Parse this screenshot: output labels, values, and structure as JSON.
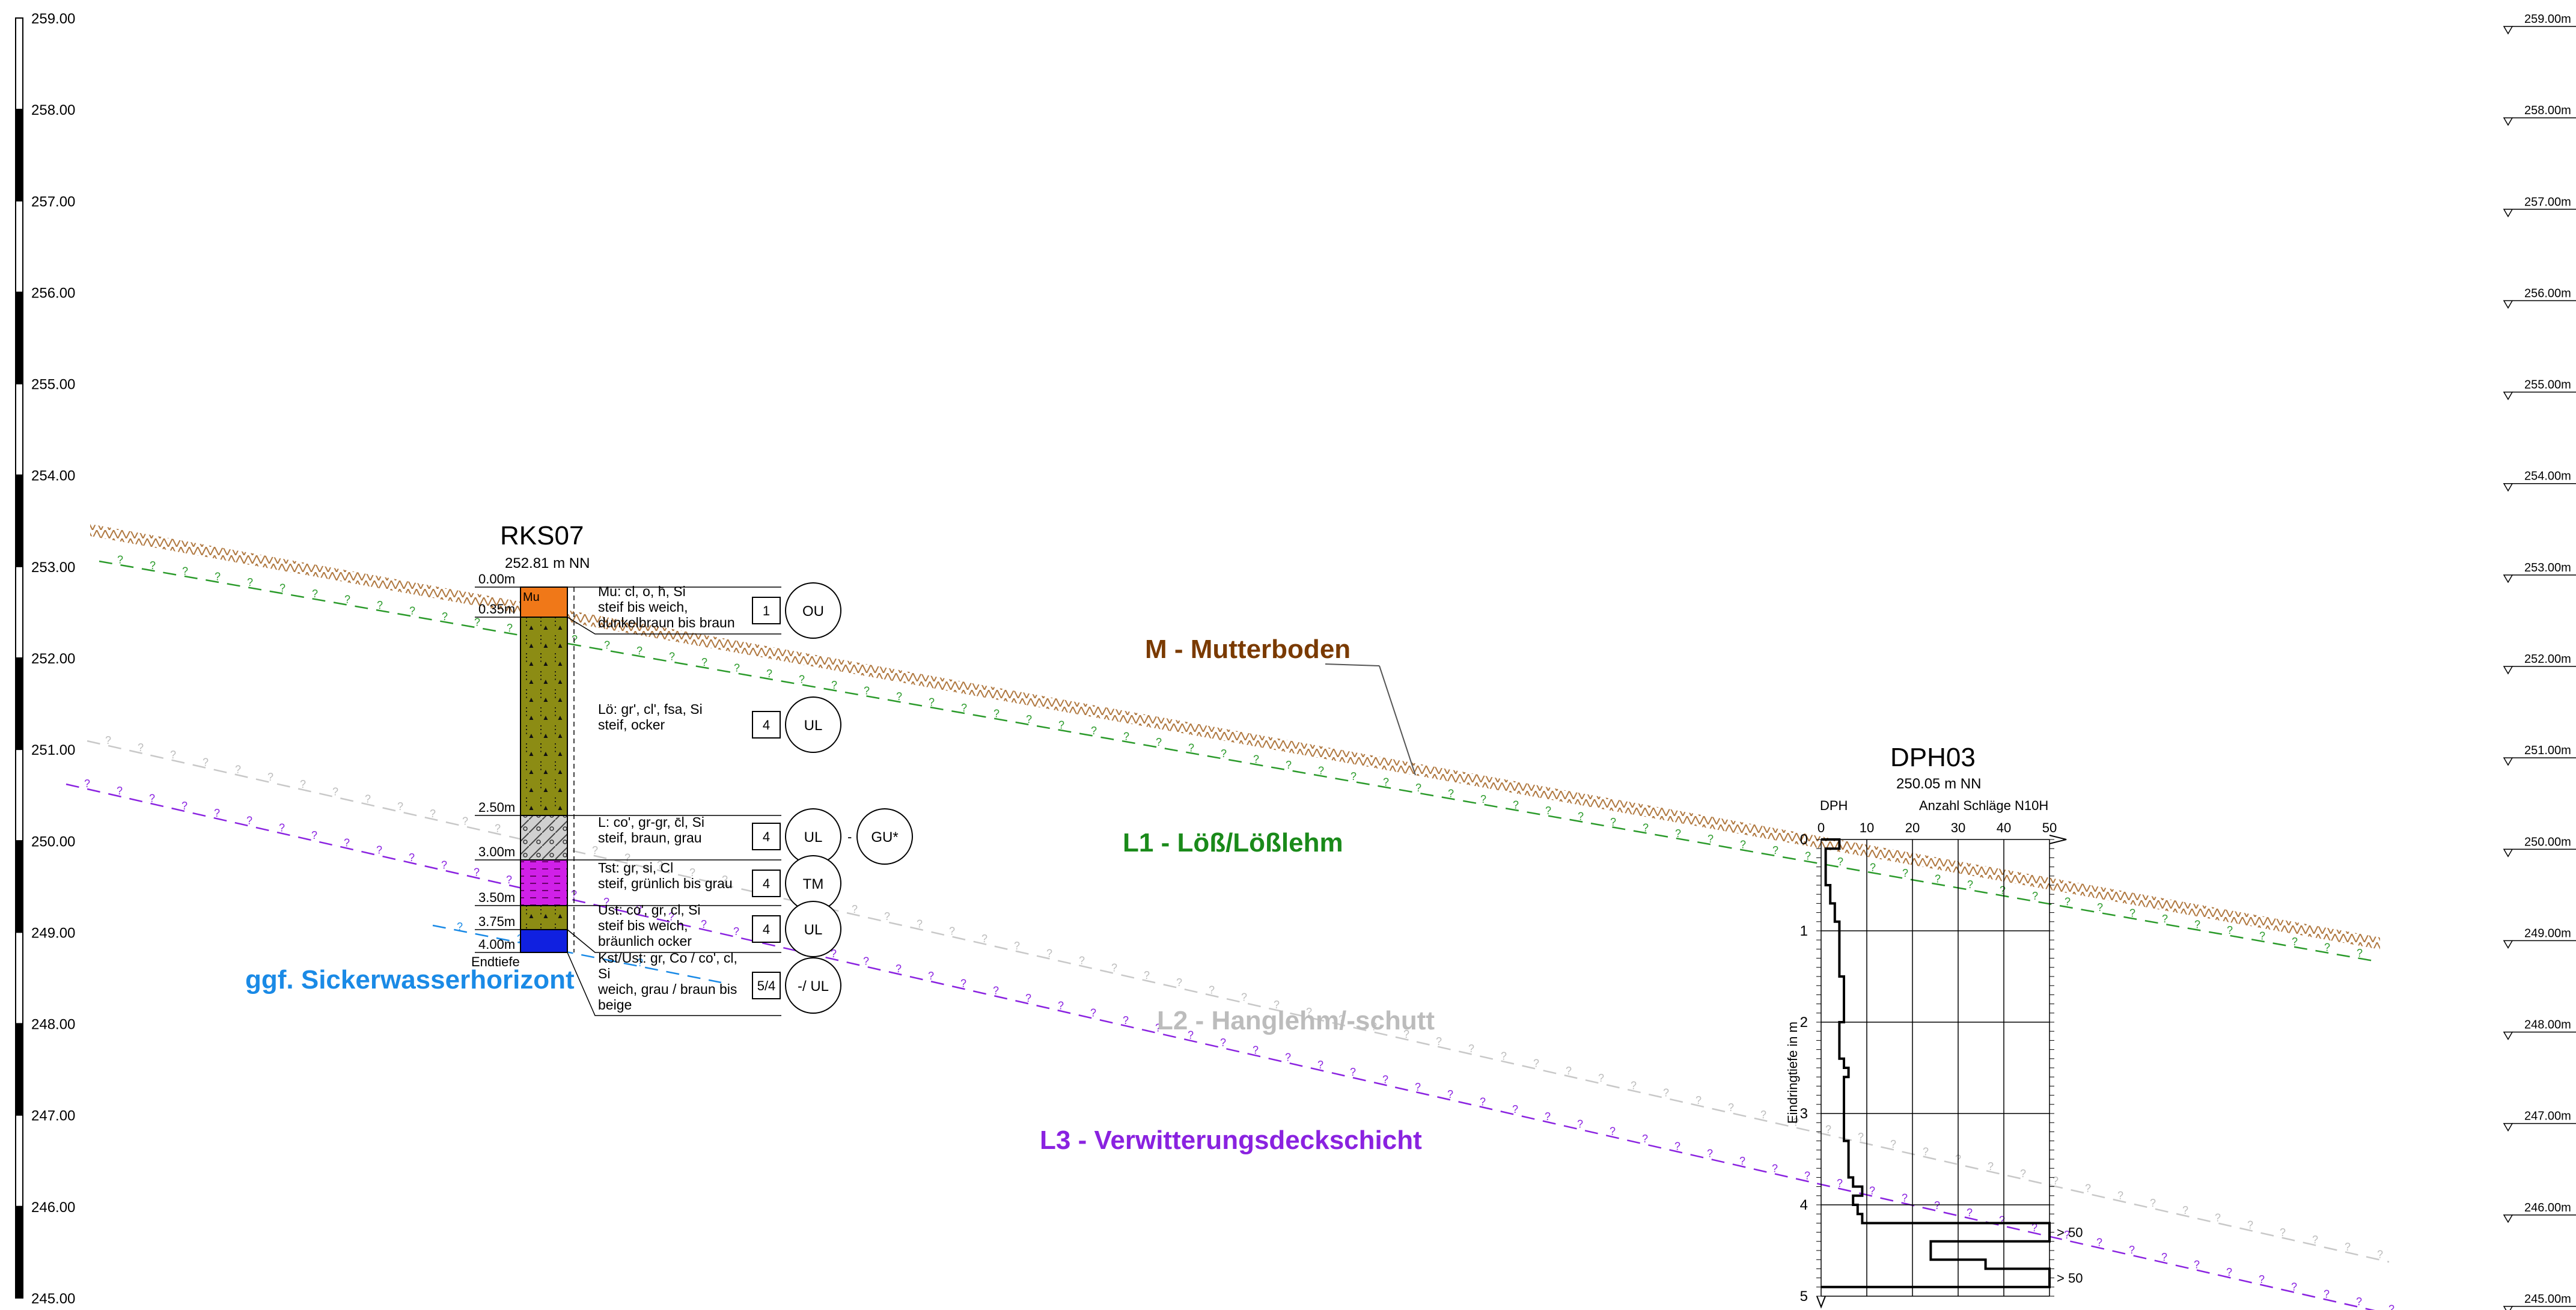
{
  "elev_axis": {
    "ticks": [
      "259.00",
      "258.00",
      "257.00",
      "256.00",
      "255.00",
      "254.00",
      "253.00",
      "252.00",
      "251.00",
      "250.00",
      "249.00",
      "248.00",
      "247.00",
      "246.00",
      "245.00"
    ]
  },
  "right_axis": {
    "ticks": [
      "259.00m",
      "258.00m",
      "257.00m",
      "256.00m",
      "255.00m",
      "254.00m",
      "253.00m",
      "252.00m",
      "251.00m",
      "250.00m",
      "249.00m",
      "248.00m",
      "247.00m",
      "246.00m",
      "245.00m"
    ]
  },
  "layers": [
    {
      "id": "M",
      "label": "M - Mutterboden",
      "color": "#7a3a00"
    },
    {
      "id": "L1",
      "label": "L1 - Löß/Lößlehm",
      "color": "#1a8a1a"
    },
    {
      "id": "L2",
      "label": "L2 - Hanglehm/-schutt",
      "color": "#bcbcbc"
    },
    {
      "id": "L3",
      "label": "L3 - Verwitterungsdeckschicht",
      "color": "#8a22e0"
    },
    {
      "id": "SW",
      "label": "ggf. Sickerwasserhorizont",
      "color": "#1a8ae6"
    }
  ],
  "rks07": {
    "title": "RKS07",
    "elevation": "252.81 m NN",
    "depths": [
      "0.00m",
      "0.35m",
      "2.50m",
      "3.00m",
      "3.50m",
      "3.75m",
      "4.00m"
    ],
    "end_label": "Endtiefe",
    "layer_codes": {
      "mu": "Mu"
    },
    "colors": {
      "mu": "#f07818",
      "loess": "#8c8c14",
      "lehm": "#c8c8c8",
      "tst": "#d020e8",
      "ust": "#8c8c14",
      "kst": "#1020e0"
    },
    "descriptions": [
      {
        "lines": [
          "Mu: cl, o, h̄, Si",
          "steif  bis  weich,",
          "dunkelbraun  bis  braun"
        ],
        "num": "1",
        "group": "OU",
        "group2": ""
      },
      {
        "lines": [
          "Lö: gr', cl', fsa, Si",
          "steif, ocker"
        ],
        "num": "4",
        "group": "UL",
        "group2": ""
      },
      {
        "lines": [
          "L: co', gr-gr, c̄l, Si",
          "steif, braun, grau"
        ],
        "num": "4",
        "group": "UL",
        "group2": "GU*"
      },
      {
        "lines": [
          "Tst: gr, si, Cl",
          "steif, grünlich bis grau"
        ],
        "num": "4",
        "group": "TM",
        "group2": ""
      },
      {
        "lines": [
          "Ust: co', gr, cl, Si",
          "steif  bis  weich,",
          "bräunlich ocker"
        ],
        "num": "4",
        "group": "UL",
        "group2": ""
      },
      {
        "lines": [
          "Kst/Ust: gr, Co / co', cl,",
          "Si",
          "weich, grau / braun bis",
          "beige"
        ],
        "num": "5/4",
        "group": "-/ UL",
        "group2": ""
      }
    ]
  },
  "dph03": {
    "title": "DPH03",
    "elevation": "250.05 m NN",
    "col_label": "DPH",
    "axis_title": "Anzahl Schläge N10H",
    "x_ticks": [
      "0",
      "10",
      "20",
      "30",
      "40",
      "50"
    ],
    "depth_ticks": [
      "0",
      "1",
      "2",
      "3",
      "4",
      "5"
    ],
    "depth_label": "Eindringtiefe in m",
    "over_labels": [
      "> 50",
      "> 50"
    ]
  },
  "chart_data": {
    "type": "line",
    "title": "DPH03",
    "xlabel": "Anzahl Schläge N10H",
    "ylabel": "Eindringtiefe in m",
    "xlim": [
      0,
      50
    ],
    "ylim": [
      5,
      0
    ],
    "series": [
      {
        "name": "DPH",
        "depth_m": [
          0.1,
          0.2,
          0.3,
          0.4,
          0.5,
          0.6,
          0.7,
          0.8,
          0.9,
          1.0,
          1.1,
          1.2,
          1.3,
          1.4,
          1.5,
          1.6,
          1.7,
          1.8,
          1.9,
          2.0,
          2.1,
          2.2,
          2.3,
          2.4,
          2.5,
          2.6,
          2.7,
          2.8,
          2.9,
          3.0,
          3.1,
          3.2,
          3.3,
          3.4,
          3.5,
          3.6,
          3.7,
          3.8,
          3.9,
          4.0,
          4.1,
          4.2,
          4.3,
          4.4,
          4.5,
          4.6,
          4.7,
          4.8,
          4.9
        ],
        "blows": [
          4,
          1,
          1,
          1,
          1,
          2,
          2,
          3,
          3,
          4,
          4,
          4,
          4,
          4,
          4,
          5,
          5,
          5,
          5,
          5,
          4,
          4,
          4,
          4,
          5,
          6,
          5,
          5,
          5,
          5,
          5,
          5,
          5,
          6,
          6,
          6,
          6,
          7,
          9,
          7,
          8,
          9,
          50,
          50,
          24,
          24,
          36,
          50,
          50
        ]
      }
    ]
  }
}
